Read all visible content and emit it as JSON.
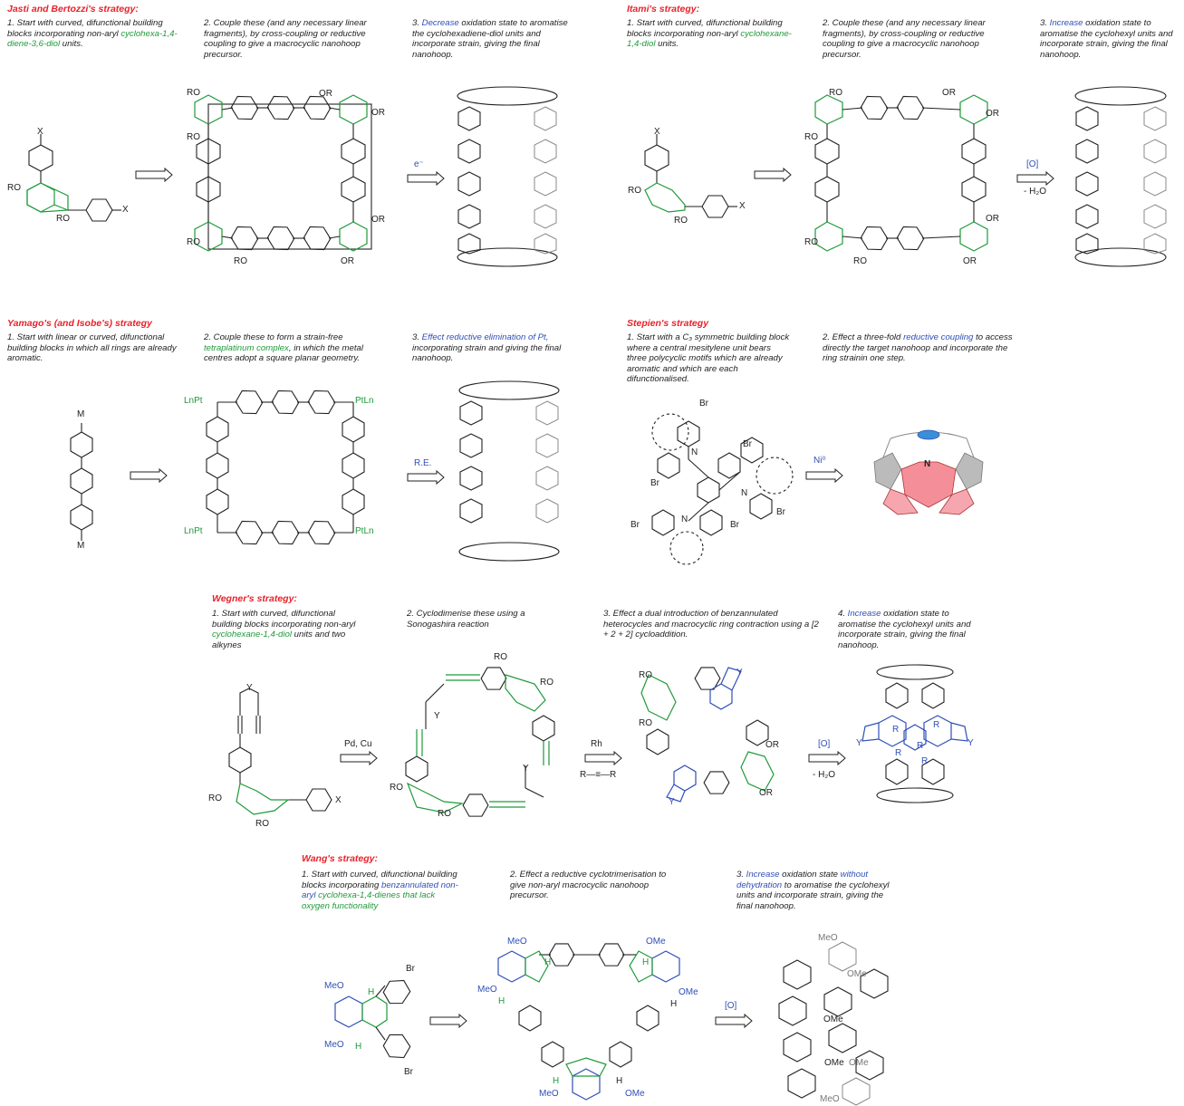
{
  "sections": {
    "jasti": {
      "title": "Jasti and Bertozzi's strategy:",
      "s1a": "1. Start with curved, difunctional building blocks incorporating non-aryl ",
      "s1b": "cyclohexa-1,4-diene-3,6-diol",
      "s1c": " units.",
      "s2": "2. Couple these (and any necessary linear fragments), by cross-coupling or reductive coupling to give a macrocyclic nanohoop precursor.",
      "s3a": "3. ",
      "s3b": "Decrease",
      "s3c": " oxidation state to aromatise the cyclohexadiene-diol units and incorporate strain, giving the final nanohoop.",
      "reagent": "e⁻",
      "labels": {
        "x": "X",
        "ro": "RO",
        "or": "OR"
      }
    },
    "itami": {
      "title": "Itami's strategy:",
      "s1a": "1. Start with curved, difunctional building blocks incorporating non-aryl ",
      "s1b": "cyclohexane-1,4-diol",
      "s1c": " units.",
      "s2": "2. Couple these (and any necessary linear fragments), by cross-coupling or reductive coupling to give a macrocyclic nanohoop precursor.",
      "s3a": "3. ",
      "s3b": "Increase",
      "s3c": " oxidation state to aromatise the cyclohexyl units and incorporate strain, giving the final nanohoop.",
      "reagent": "[O]",
      "reagent2": "- H₂O"
    },
    "yamago": {
      "title": "Yamago's (and Isobe's) strategy",
      "s1": "1. Start with linear or curved, difunctional building blocks in which all rings are already aromatic.",
      "s2a": "2. Couple these to form a strain-free ",
      "s2b": "tetraplatinum complex",
      "s2c": ", in which the metal centres adopt a square planar geometry.",
      "s3a": "3. ",
      "s3b": "Effect reductive elimination of Pt,",
      "s3c": " incorporating strain and giving the final nanohoop.",
      "reagent": "R.E.",
      "m": "M",
      "lnpt": "LnPt",
      "ptln": "PtLn"
    },
    "stepien": {
      "title": "Stepien's strategy",
      "s1": "1. Start with a C₃ symmetric building block where a central mesitylene unit bears three polycyclic motifs which are already aromatic and which are each difunctionalised.",
      "s2a": "2. Effect a three-fold ",
      "s2b": "reductive coupling",
      "s2c": " to access directly the target nanohoop and incorporate the ring strainin one step.",
      "reagent": "Ni⁰",
      "br": "Br",
      "n": "N"
    },
    "wegner": {
      "title": "Wegner's strategy:",
      "s1a": "1. Start with curved, difunctional building blocks incorporating non-aryl ",
      "s1b": "cyclohexane-1,4-diol",
      "s1c": " units and two alkynes",
      "s2": "2. Cyclodimerise these using a Sonogashira reaction",
      "s3": "3. Effect a dual introduction of benzannulated heterocycles and macrocyclic ring contraction using a [2 + 2 + 2] cycloaddition.",
      "s4a": "4. ",
      "s4b": "Increase",
      "s4c": " oxidation state to aromatise the cyclohexyl units and incorporate strain, giving the final nanohoop.",
      "reagent1": "Pd, Cu",
      "reagent2": "Rh",
      "alkyne": "R—≡—R",
      "reagent3": "[O]",
      "reagent3b": "- H₂O",
      "y": "Y",
      "r": "R"
    },
    "wang": {
      "title": "Wang's strategy:",
      "s1a": "1. Start with curved, difunctional building blocks incorporating ",
      "s1b": "benzannulated non-aryl",
      "s1c": " cyclohexa-1,4-dienes that lack oxygen functionality",
      "s2": "2. Effect a reductive cyclotrimerisation to give non-aryl macrocyclic nanohoop precursor.",
      "s3a": "3. ",
      "s3b": "Increase",
      "s3c": " oxidation state ",
      "s3d": "without dehydration",
      "s3e": " to aromatise the cyclohexyl units and incorporate strain, giving the final nanohoop.",
      "reagent": "[O]",
      "meo": "MeO",
      "ome": "OMe",
      "h": "H",
      "br": "Br"
    }
  },
  "colors": {
    "title": "#e8222a",
    "green": "#1f9a3a",
    "blue": "#2f4fb8",
    "black": "#222222",
    "pink": "#f06a78",
    "grey": "#9a9a9a"
  }
}
